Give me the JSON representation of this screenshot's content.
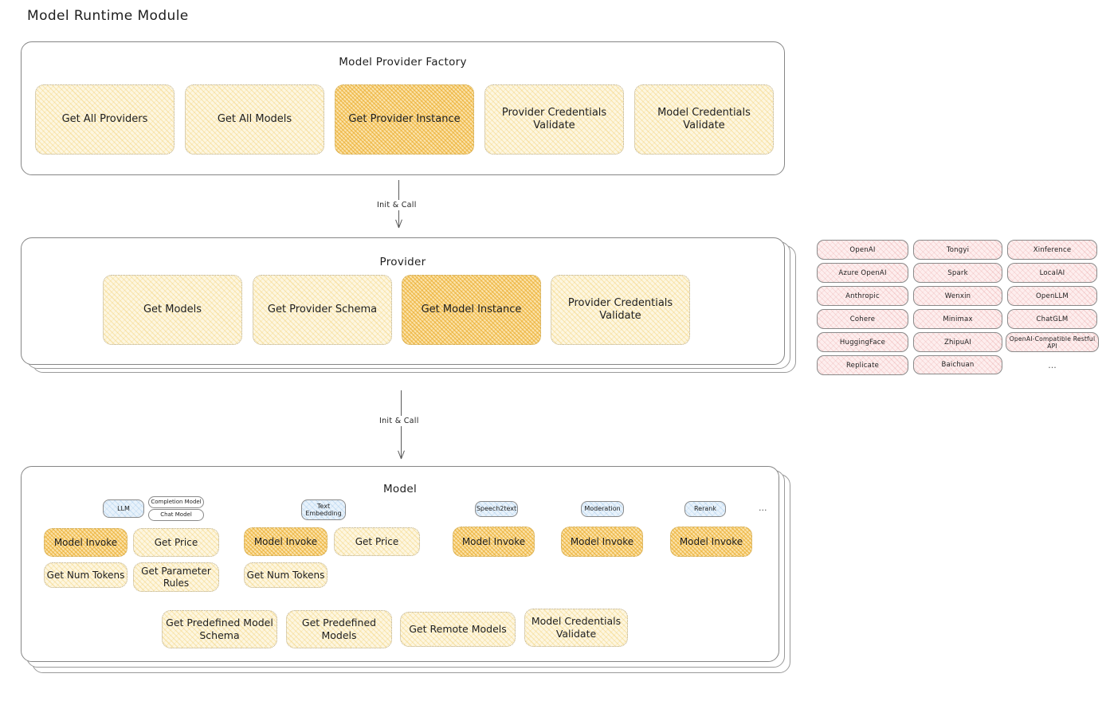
{
  "page": {
    "title": "Model Runtime Module"
  },
  "factory": {
    "title": "Model Provider Factory",
    "boxes": [
      {
        "label": "Get All Providers",
        "highlight": false
      },
      {
        "label": "Get All Models",
        "highlight": false
      },
      {
        "label": "Get Provider Instance",
        "highlight": true
      },
      {
        "label": "Provider Credentials Validate",
        "highlight": false
      },
      {
        "label": "Model Credentials Validate",
        "highlight": false
      }
    ]
  },
  "arrow1": {
    "label": "Init & Call"
  },
  "provider": {
    "title": "Provider",
    "boxes": [
      {
        "label": "Get Models",
        "highlight": false
      },
      {
        "label": "Get Provider Schema",
        "highlight": false
      },
      {
        "label": "Get Model Instance",
        "highlight": true
      },
      {
        "label": "Provider Credentials Validate",
        "highlight": false
      }
    ]
  },
  "provider_list": {
    "columns": [
      {
        "items": [
          "OpenAI",
          "Azure OpenAI",
          "Anthropic",
          "Cohere",
          "HuggingFace",
          "Replicate"
        ]
      },
      {
        "items": [
          "Tongyi",
          "Spark",
          "Wenxin",
          "Minimax",
          "ZhipuAI",
          "Baichuan"
        ]
      },
      {
        "items": [
          "Xinference",
          "LocalAI",
          "OpenLLM",
          "ChatGLM",
          "OpenAI-Compatible Restful API"
        ]
      }
    ],
    "ellipsis": "..."
  },
  "arrow2": {
    "label": "Init & Call"
  },
  "model": {
    "title": "Model",
    "ellipsis": "...",
    "types": [
      {
        "tag": "LLM",
        "subtags": [
          "Completion Model",
          "Chat Model"
        ],
        "row1": [
          {
            "label": "Model Invoke",
            "highlight": true
          },
          {
            "label": "Get Price",
            "highlight": false
          }
        ],
        "row2": [
          {
            "label": "Get Num Tokens",
            "highlight": false
          },
          {
            "label": "Get Parameter Rules",
            "highlight": false
          }
        ]
      },
      {
        "tag": "Text Embedding",
        "subtags": [],
        "row1": [
          {
            "label": "Model Invoke",
            "highlight": true
          },
          {
            "label": "Get Price",
            "highlight": false
          }
        ],
        "row2": [
          {
            "label": "Get Num Tokens",
            "highlight": false
          }
        ]
      },
      {
        "tag": "Speech2text",
        "subtags": [],
        "row1": [
          {
            "label": "Model Invoke",
            "highlight": true
          }
        ],
        "row2": []
      },
      {
        "tag": "Moderation",
        "subtags": [],
        "row1": [
          {
            "label": "Model Invoke",
            "highlight": true
          }
        ],
        "row2": []
      },
      {
        "tag": "Rerank",
        "subtags": [],
        "row1": [
          {
            "label": "Model Invoke",
            "highlight": true
          }
        ],
        "row2": []
      }
    ],
    "common": [
      {
        "label": "Get Predefined Model Schema"
      },
      {
        "label": "Get Predefined Models"
      },
      {
        "label": "Get Remote Models"
      },
      {
        "label": "Model Credentials Validate"
      }
    ]
  },
  "colors": {
    "fill_light": "#fdf6e0",
    "fill_strong": "#fbe3ab",
    "provider_chip": "#fdeeee",
    "tag_blue": "#e8f2fb",
    "stroke": "#868686",
    "text": "#1e1e1e"
  }
}
